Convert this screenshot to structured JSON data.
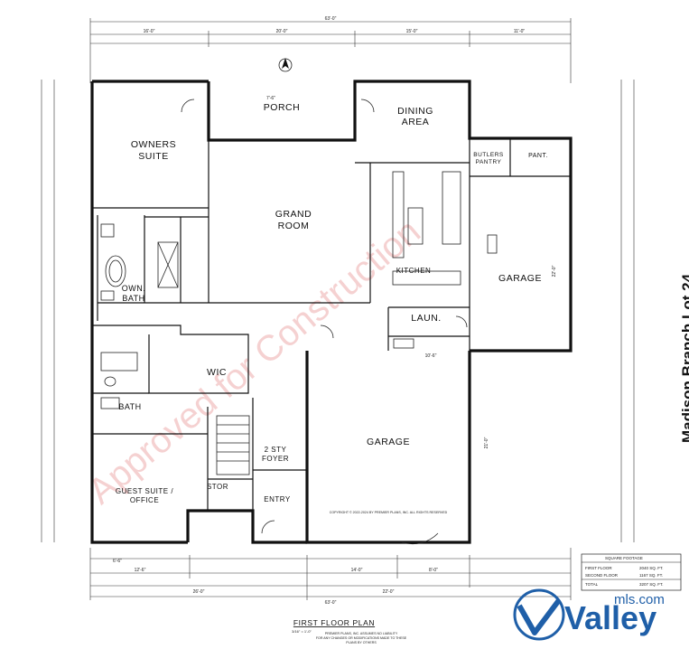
{
  "plan_title": "FIRST FLOOR PLAN",
  "plan_scale": "3/16\" = 1'-0\"",
  "side_title": "Madison Branch Lot 24",
  "watermark": "Approved for Construction",
  "rooms": {
    "owners_suite_1": "OWNERS",
    "owners_suite_2": "SUITE",
    "porch": "PORCH",
    "dining_1": "DINING",
    "dining_2": "AREA",
    "butlers_1": "BUTLERS",
    "butlers_2": "PANTRY",
    "pantry": "PANT.",
    "grand_1": "GRAND",
    "grand_2": "ROOM",
    "kitchen": "KITCHEN",
    "garage_right": "GARAGE",
    "own_bath_1": "OWN.",
    "own_bath_2": "BATH",
    "laundry": "LAUN.",
    "wic": "WIC",
    "bath": "BATH",
    "garage_center": "GARAGE",
    "foyer_1": "2 STY",
    "foyer_2": "FOYER",
    "stor": "STOR",
    "entry": "ENTRY",
    "guest_1": "GUEST SUITE /",
    "guest_2": "OFFICE"
  },
  "dimensions": {
    "overall_top": "63'-0\"",
    "top_left": "16'-0\"",
    "top_mid": "20'-0\"",
    "top_right_a": "15'-0\"",
    "top_right_b": "11'-0\"",
    "bottom_overall": "63'-0\"",
    "bottom_left": "26'-0\"",
    "bottom_right": "22'-0\"",
    "bottom_a": "12'-6\"",
    "bottom_b": "14'-0\"",
    "bottom_c": "8'-0\"",
    "bottom_d": "6'-6\"",
    "porch_depth": "7'-6\"",
    "garage_w": "22'-0\"",
    "garage_d": "21'-0\"",
    "kitchen_w": "10'-6\""
  },
  "sqft_table": {
    "heading": "SQUARE FOOTAGE",
    "rows": [
      {
        "label": "FIRST FLOOR",
        "value": "2040 SQ. FT."
      },
      {
        "label": "SECOND FLOOR",
        "value": "1167 SQ. FT."
      },
      {
        "label": "TOTAL",
        "value": "3207 SQ. FT."
      }
    ]
  },
  "copyright": "COPYRIGHT © 2022-2024 BY PREMIER PLANS, INC. ALL RIGHTS RESERVED",
  "disclaimer_lines": [
    "PREMIER PLANS, INC. ASSUMES NO LIABILITY",
    "FOR ANY CHANGES OR MODIFICATIONS MADE TO THESE",
    "PLANS BY OTHERS"
  ],
  "logo": {
    "domain": "mls.com",
    "word": "Valley",
    "brand_color": "#1f5fa8"
  }
}
